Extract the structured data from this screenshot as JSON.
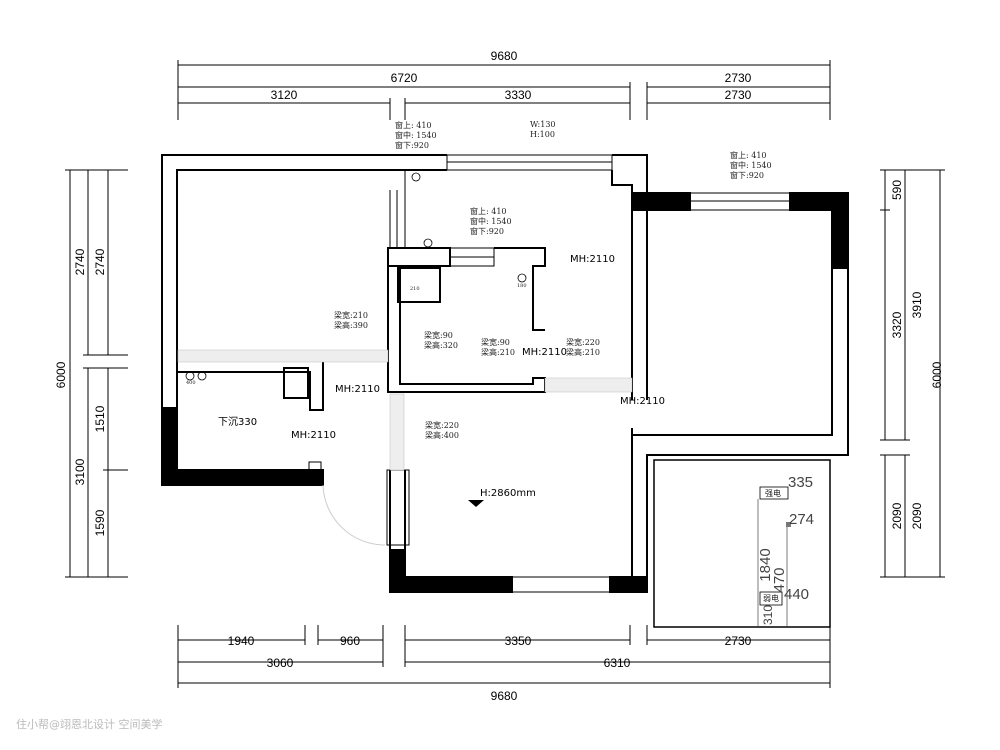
{
  "dims": {
    "top": {
      "total": "9680",
      "left_total": "6720",
      "right": "2730",
      "a": "3120",
      "b": "3330",
      "c": "2730"
    },
    "bottom": {
      "a": "1940",
      "b": "960",
      "c": "3350",
      "d": "2730",
      "e": "3060",
      "f": "6310",
      "total": "9680"
    },
    "left": {
      "total": "6000",
      "a": "2740",
      "b": "3100",
      "c": "2740",
      "d": "1510",
      "e": "1590"
    },
    "right": {
      "a": "590",
      "b": "3320",
      "c": "2090",
      "d": "3910",
      "e": "2090",
      "total": "6000"
    }
  },
  "notes": {
    "win1": [
      "窗上: 410",
      "窗中: 1540",
      "窗下:920"
    ],
    "win2": [
      "窗上: 410",
      "窗中: 1540",
      "窗下:920"
    ],
    "win3": [
      "窗上: 410",
      "窗中: 1540",
      "窗下:920"
    ],
    "wh": [
      "W:130",
      "H:100"
    ],
    "beam1": [
      "梁宽:210",
      "梁高:390"
    ],
    "beam2": [
      "梁宽:90",
      "梁高:320"
    ],
    "beam3": [
      "梁宽:90",
      "梁高:210"
    ],
    "beam4": [
      "梁宽:220",
      "梁高:210"
    ],
    "beam5": [
      "梁宽:220",
      "梁高:400"
    ]
  },
  "labels": {
    "mh": "MH:2110",
    "sunken": "下沉330",
    "height": "H:2860mm",
    "strong": "强电",
    "weak": "弱电",
    "e335": "335",
    "e274": "274",
    "e1840": "1840",
    "e470": "470",
    "e440": "440",
    "e310": "310",
    "s400": "400",
    "s180": "180",
    "s210": "210"
  },
  "watermark": "住小帮@翊恩北设计 空间美学"
}
